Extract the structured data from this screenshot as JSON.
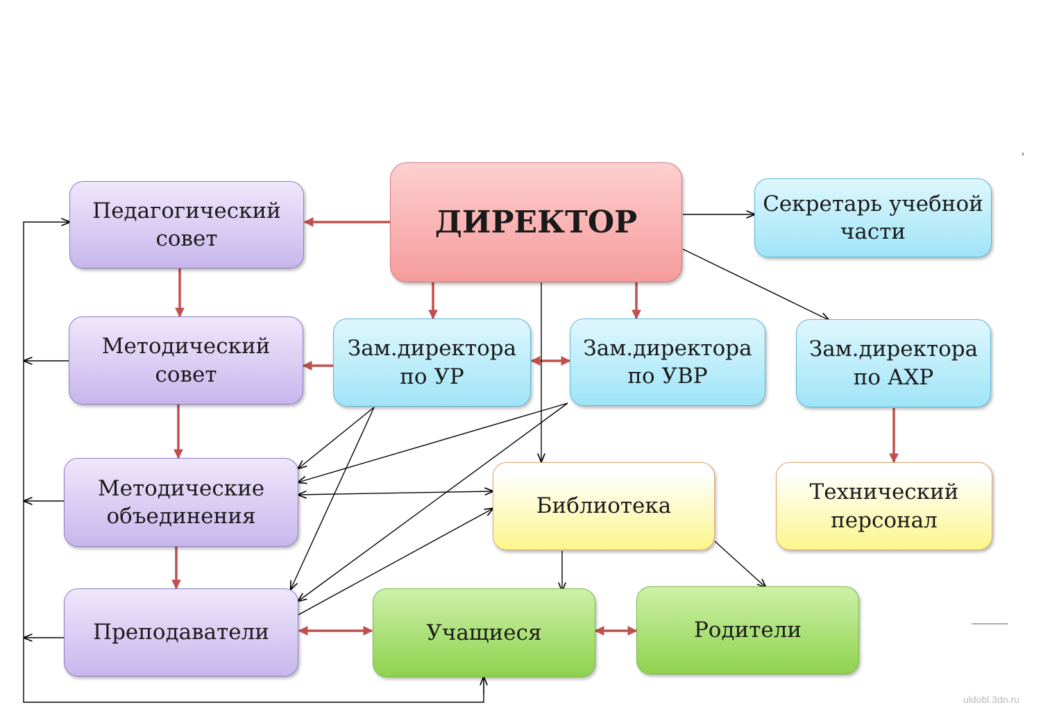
{
  "diagram": {
    "nodes": {
      "director": "ДИРЕКТОР",
      "ped_sovet": "Педагогический\nсовет",
      "metod_sovet": "Методический\nсовет",
      "metod_ob": "Методические\nобъединения",
      "prepod": "Преподаватели",
      "zam_ur": "Зам.директора\nпо УР",
      "zam_uvr": "Зам.директора\nпо УВР",
      "zam_ahr": "Зам.директора\nпо АХР",
      "secretar": "Секретарь учебной\nчасти",
      "biblioteka": "Библиотека",
      "tech": "Технический\nперсонал",
      "uchashiesya": "Учащиеся",
      "roditeli": "Родители"
    },
    "edges": [
      {
        "from": "director",
        "to": "ped_sovet",
        "style": "red"
      },
      {
        "from": "director",
        "to": "zam_ur",
        "style": "red"
      },
      {
        "from": "director",
        "to": "zam_uvr",
        "style": "red"
      },
      {
        "from": "director",
        "to": "secretar",
        "style": "black"
      },
      {
        "from": "director",
        "to": "zam_ahr",
        "style": "black"
      },
      {
        "from": "director",
        "to": "biblioteka",
        "style": "black"
      },
      {
        "from": "ped_sovet",
        "to": "metod_sovet",
        "style": "red"
      },
      {
        "from": "metod_sovet",
        "to": "metod_ob",
        "style": "red"
      },
      {
        "from": "metod_ob",
        "to": "prepod",
        "style": "red"
      },
      {
        "from": "zam_ur",
        "to": "metod_sovet",
        "style": "red"
      },
      {
        "from": "zam_ur",
        "to": "zam_uvr",
        "style": "red-both"
      },
      {
        "from": "zam_ahr",
        "to": "tech",
        "style": "red"
      },
      {
        "from": "zam_ur",
        "to": "metod_ob",
        "style": "black"
      },
      {
        "from": "zam_ur",
        "to": "prepod",
        "style": "black"
      },
      {
        "from": "zam_uvr",
        "to": "metod_ob",
        "style": "black"
      },
      {
        "from": "zam_uvr",
        "to": "prepod",
        "style": "black"
      },
      {
        "from": "metod_ob",
        "to": "biblioteka",
        "style": "black-both"
      },
      {
        "from": "prepod",
        "to": "biblioteka",
        "style": "black"
      },
      {
        "from": "biblioteka",
        "to": "uchashiesya",
        "style": "black"
      },
      {
        "from": "biblioteka",
        "to": "roditeli",
        "style": "black"
      },
      {
        "from": "prepod",
        "to": "uchashiesya",
        "style": "red-both"
      },
      {
        "from": "uchashiesya",
        "to": "roditeli",
        "style": "red-both"
      },
      {
        "from": "left-bus",
        "to": "ped_sovet",
        "style": "black"
      },
      {
        "from": "metod_sovet",
        "to": "left-bus",
        "style": "black"
      },
      {
        "from": "metod_ob",
        "to": "left-bus",
        "style": "black"
      },
      {
        "from": "prepod",
        "to": "left-bus",
        "style": "black"
      },
      {
        "from": "left-bus",
        "to": "uchashiesya",
        "style": "black"
      }
    ],
    "colors": {
      "director": "#f7a8a8",
      "councils": "#d5c7f2",
      "deputies": "#b7ecfa",
      "library_staff": "#f8f38c",
      "students_parents": "#a6dd6c",
      "red_arrow": "#c0504d",
      "black_arrow": "#000000"
    },
    "watermark": "uldobl.3dn.ru"
  }
}
